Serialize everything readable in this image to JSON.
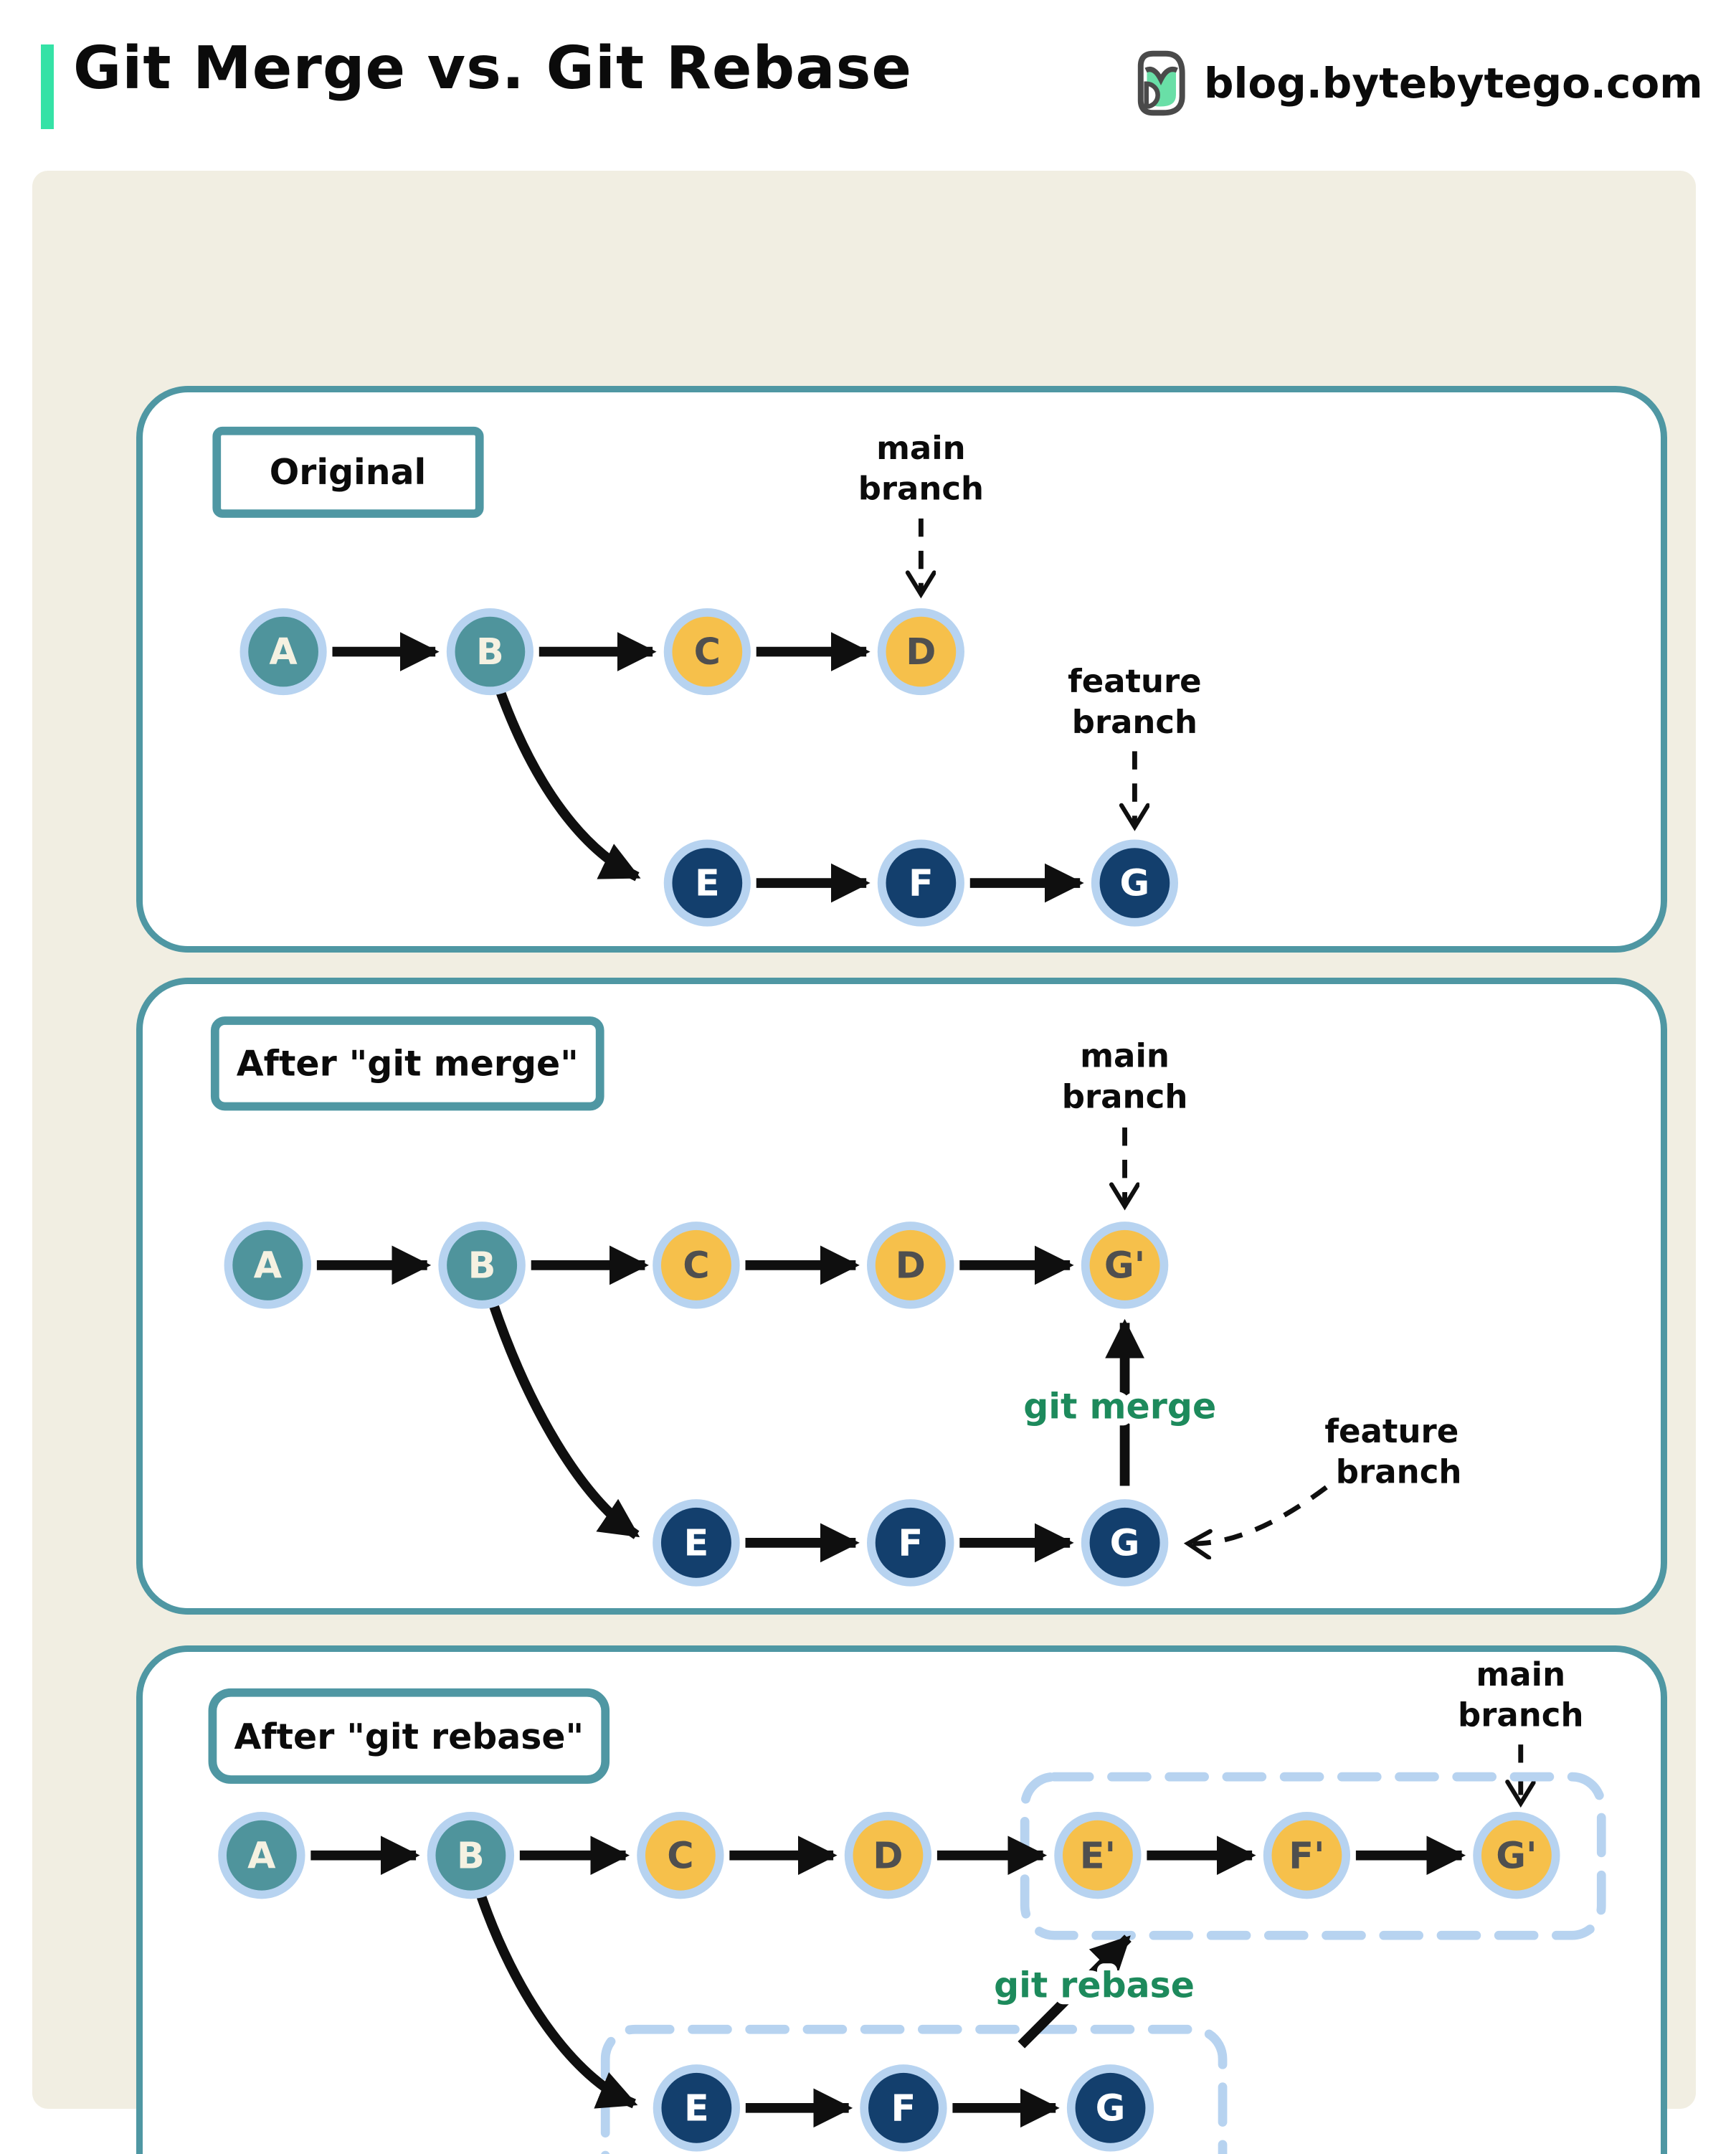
{
  "header": {
    "title": "Git Merge vs. Git Rebase",
    "site_url": "blog.bytebytego.com",
    "logo": "bytebytego-logo"
  },
  "colors": {
    "accent_bar": "#35e2a6",
    "canvas_background": "#f1eee2",
    "panel_border": "#4f97a3",
    "node_ring": "#b7d3f0",
    "node_teal": "#4f949c",
    "node_yellow": "#f6c04b",
    "node_navy": "#133f6d",
    "command_green": "#1d8a5c",
    "arrow_black": "#0f0f0f",
    "dashed_box_blue": "#b7d3f0",
    "logo_green": "#69dfa7",
    "logo_outline": "#4a4a4a"
  },
  "panels": [
    {
      "label": "Original",
      "annotations": {
        "main_branch": [
          "main",
          "branch"
        ],
        "feature_branch": [
          "feature",
          "branch"
        ]
      },
      "nodes_top": [
        "A",
        "B",
        "C",
        "D"
      ],
      "nodes_bottom": [
        "E",
        "F",
        "G"
      ]
    },
    {
      "label": "After \"git merge\"",
      "annotations": {
        "main_branch": [
          "main",
          "branch"
        ],
        "feature_branch": [
          "feature",
          "branch"
        ]
      },
      "command": "git merge",
      "nodes_top": [
        "A",
        "B",
        "C",
        "D",
        "G'"
      ],
      "nodes_bottom": [
        "E",
        "F",
        "G"
      ]
    },
    {
      "label": "After \"git rebase\"",
      "annotations": {
        "main_branch": [
          "main",
          "branch"
        ]
      },
      "command": "git rebase",
      "nodes_top": [
        "A",
        "B",
        "C",
        "D",
        "E'",
        "F'",
        "G'"
      ],
      "nodes_bottom": [
        "E",
        "F",
        "G"
      ]
    }
  ]
}
